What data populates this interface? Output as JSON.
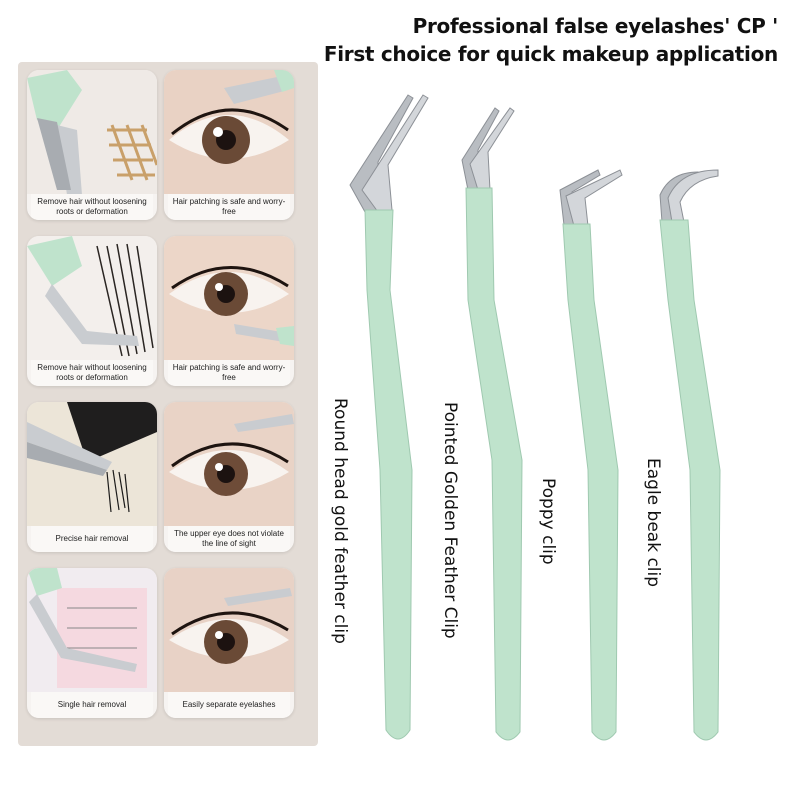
{
  "headline": {
    "line1": "Professional false eyelashes' CP '",
    "line2": "First choice for quick makeup application"
  },
  "cards": [
    {
      "caption": "Remove hair without loosening roots or deformation"
    },
    {
      "caption": "Hair patching is safe and worry-free"
    },
    {
      "caption": "Remove hair without loosening roots or deformation"
    },
    {
      "caption": "Hair patching is safe and worry-free"
    },
    {
      "caption": "Precise hair removal"
    },
    {
      "caption": "The upper eye does not violate the line of sight"
    },
    {
      "caption": "Single hair removal"
    },
    {
      "caption": "Easily separate eyelashes"
    }
  ],
  "products": [
    {
      "label": "Round head gold feather clip"
    },
    {
      "label": "Pointed Golden Feather Clip"
    },
    {
      "label": "Poppy clip"
    },
    {
      "label": "Eagle beak clip"
    }
  ],
  "colors": {
    "mint": "#bfe3cc",
    "steel": "#c9ccd0",
    "panel": "#e3dcd6"
  }
}
